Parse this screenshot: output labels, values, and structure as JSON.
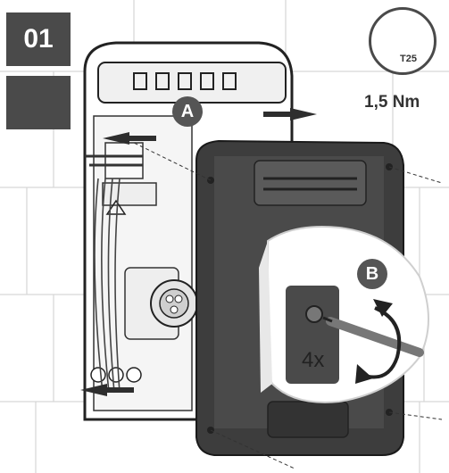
{
  "step": {
    "number": "01"
  },
  "tool": {
    "bit": "T25",
    "torque": "1,5 Nm",
    "icon": "torx-screwdriver-icon"
  },
  "callouts": {
    "a": "A",
    "b": "B"
  },
  "detail": {
    "screw_count": "4x"
  },
  "icons": {
    "step_type": "mount-cover-icon",
    "rotation": "clockwise-rotation-icon"
  },
  "colors": {
    "badge": "#4a4a4a",
    "housing_dark": "#3d3d3d",
    "housing_light": "#e8e8e8",
    "arrow": "#2e2e2e"
  }
}
